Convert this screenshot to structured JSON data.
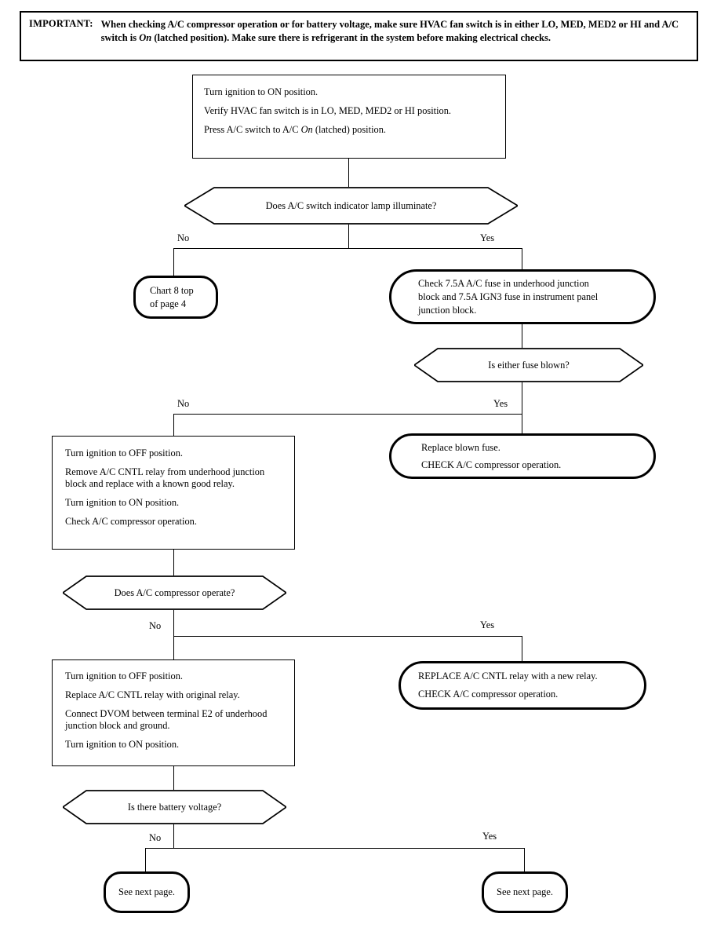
{
  "document": {
    "type": "diagnostic-flowchart",
    "title_implicit": "A/C Compressor Operation Diagnostic Chart"
  },
  "important_note": {
    "label": "IMPORTANT:",
    "line1_a": "When checking A/C compressor operation or for battery voltage, make sure HVAC fan switch is in either LO,",
    "line2_a": "MED, MED2 or HI and A/C switch is ",
    "line2_em": "On",
    "line2_b": " (latched position). Make sure there is refrigerant in the system",
    "line3_a": "before making electrical checks."
  },
  "nodes": {
    "start_process": {
      "line1": "Turn ignition to ON position.",
      "line2": "Verify HVAC fan switch is in LO, MED, MED2 or HI position.",
      "line3_a": "Press A/C switch to A/C ",
      "line3_em": "On",
      "line3_b": " (latched) position."
    },
    "decision_lamp": {
      "text": "Does A/C switch indicator lamp illuminate?"
    },
    "terminal_chart8": {
      "line1": "Chart 8 top",
      "line2": "of page 4"
    },
    "process_check_fuse": {
      "line1": "Check 7.5A A/C fuse in underhood junction",
      "line2": "block and 7.5A IGN3 fuse in instrument panel",
      "line3": "junction block."
    },
    "decision_fuse_blown": {
      "text": "Is either fuse blown?"
    },
    "terminal_replace_fuse": {
      "line1": "Replace blown fuse.",
      "line2": "CHECK A/C compressor operation."
    },
    "process_swap_relay": {
      "line1": "Turn ignition to OFF position.",
      "line2": "Remove A/C CNTL relay from underhood junction block and replace with a known good relay.",
      "line3": "Turn ignition to ON position.",
      "line4": "Check A/C compressor operation."
    },
    "decision_compressor": {
      "text": "Does A/C compressor operate?"
    },
    "terminal_replace_relay": {
      "line1": "REPLACE A/C CNTL relay with a new relay.",
      "line2": "CHECK A/C compressor operation."
    },
    "process_dvom": {
      "line1": "Turn ignition to OFF position.",
      "line2": "Replace A/C CNTL relay with original relay.",
      "line3": "Connect DVOM between terminal E2 of underhood junction block and ground.",
      "line4": "Turn ignition to ON position."
    },
    "decision_voltage": {
      "text": "Is there battery voltage?"
    },
    "terminal_next_page_left": {
      "line1": "See next page."
    },
    "terminal_next_page_right": {
      "line1": "See next page."
    }
  },
  "branch_labels": {
    "lamp_no": "No",
    "lamp_yes": "Yes",
    "fuse_no": "No",
    "fuse_yes": "Yes",
    "compressor_no": "No",
    "compressor_yes": "Yes",
    "voltage_no": "No",
    "voltage_yes": "Yes"
  },
  "colors": {
    "ink": "#000000",
    "paper": "#ffffff"
  }
}
